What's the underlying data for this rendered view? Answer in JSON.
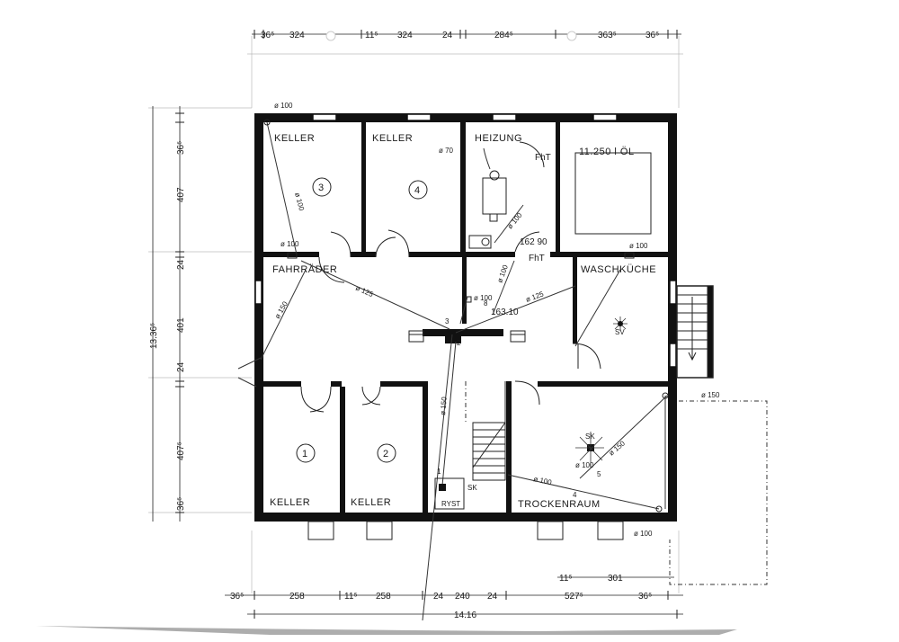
{
  "rooms": {
    "keller_3": "KELLER",
    "keller_4": "KELLER",
    "heizung": "HEIZUNG",
    "oil_tank": "11.250 l ÖL",
    "fahrrader": "FAHRRÄDER",
    "waschkuche": "WASCHKÜCHE",
    "keller_1": "KELLER",
    "keller_2": "KELLER",
    "trockenraum": "TROCKENRAUM"
  },
  "room_numbers": {
    "n3": "3",
    "n4": "4",
    "n1": "1",
    "n2": "2"
  },
  "door_labels": {
    "fht_1": "FhT",
    "fht_2": "FhT"
  },
  "levels": {
    "heizung_level": "162 90",
    "hall_level": "163.10"
  },
  "fixture_labels": {
    "sk_stair": "SK",
    "ryst": "RYST",
    "sk_trocken": "SK",
    "sv_wasch": "SV"
  },
  "pipe_labels": {
    "p1": "ø 100",
    "p2": "ø 100",
    "p3": "ø 125",
    "p4": "ø 150",
    "p5": "ø 100",
    "p6": "ø 150",
    "p7": "ø 125",
    "p8": "ø 100",
    "p9": "ø 100",
    "p10": "ø 70",
    "p11": "ø 100",
    "p12": "ø 150",
    "p13": "ø 100",
    "p14": "ø 100",
    "p15": "ø 150",
    "p16": "ø 100",
    "p17": "ø 100"
  },
  "point_labels": {
    "pt3": "3",
    "pt2": "2",
    "pt1": "1",
    "pt4": "4",
    "pt5": "5",
    "pt8": "8"
  },
  "top_dims": [
    "36⁵",
    "324",
    "11⁵",
    "324",
    "24",
    "284⁵",
    "363⁵",
    "36⁵"
  ],
  "left_dims": [
    "36⁵",
    "407",
    "24",
    "401",
    "24",
    "407⁵",
    "36⁵"
  ],
  "left_total": "13.36⁵",
  "bottom_dims": [
    "36⁵",
    "258",
    "11⁵",
    "258",
    "24",
    "240",
    "24",
    "527⁵",
    "36⁵"
  ],
  "bottom_sub": [
    "11⁵",
    "301"
  ],
  "bottom_total": "14.16"
}
